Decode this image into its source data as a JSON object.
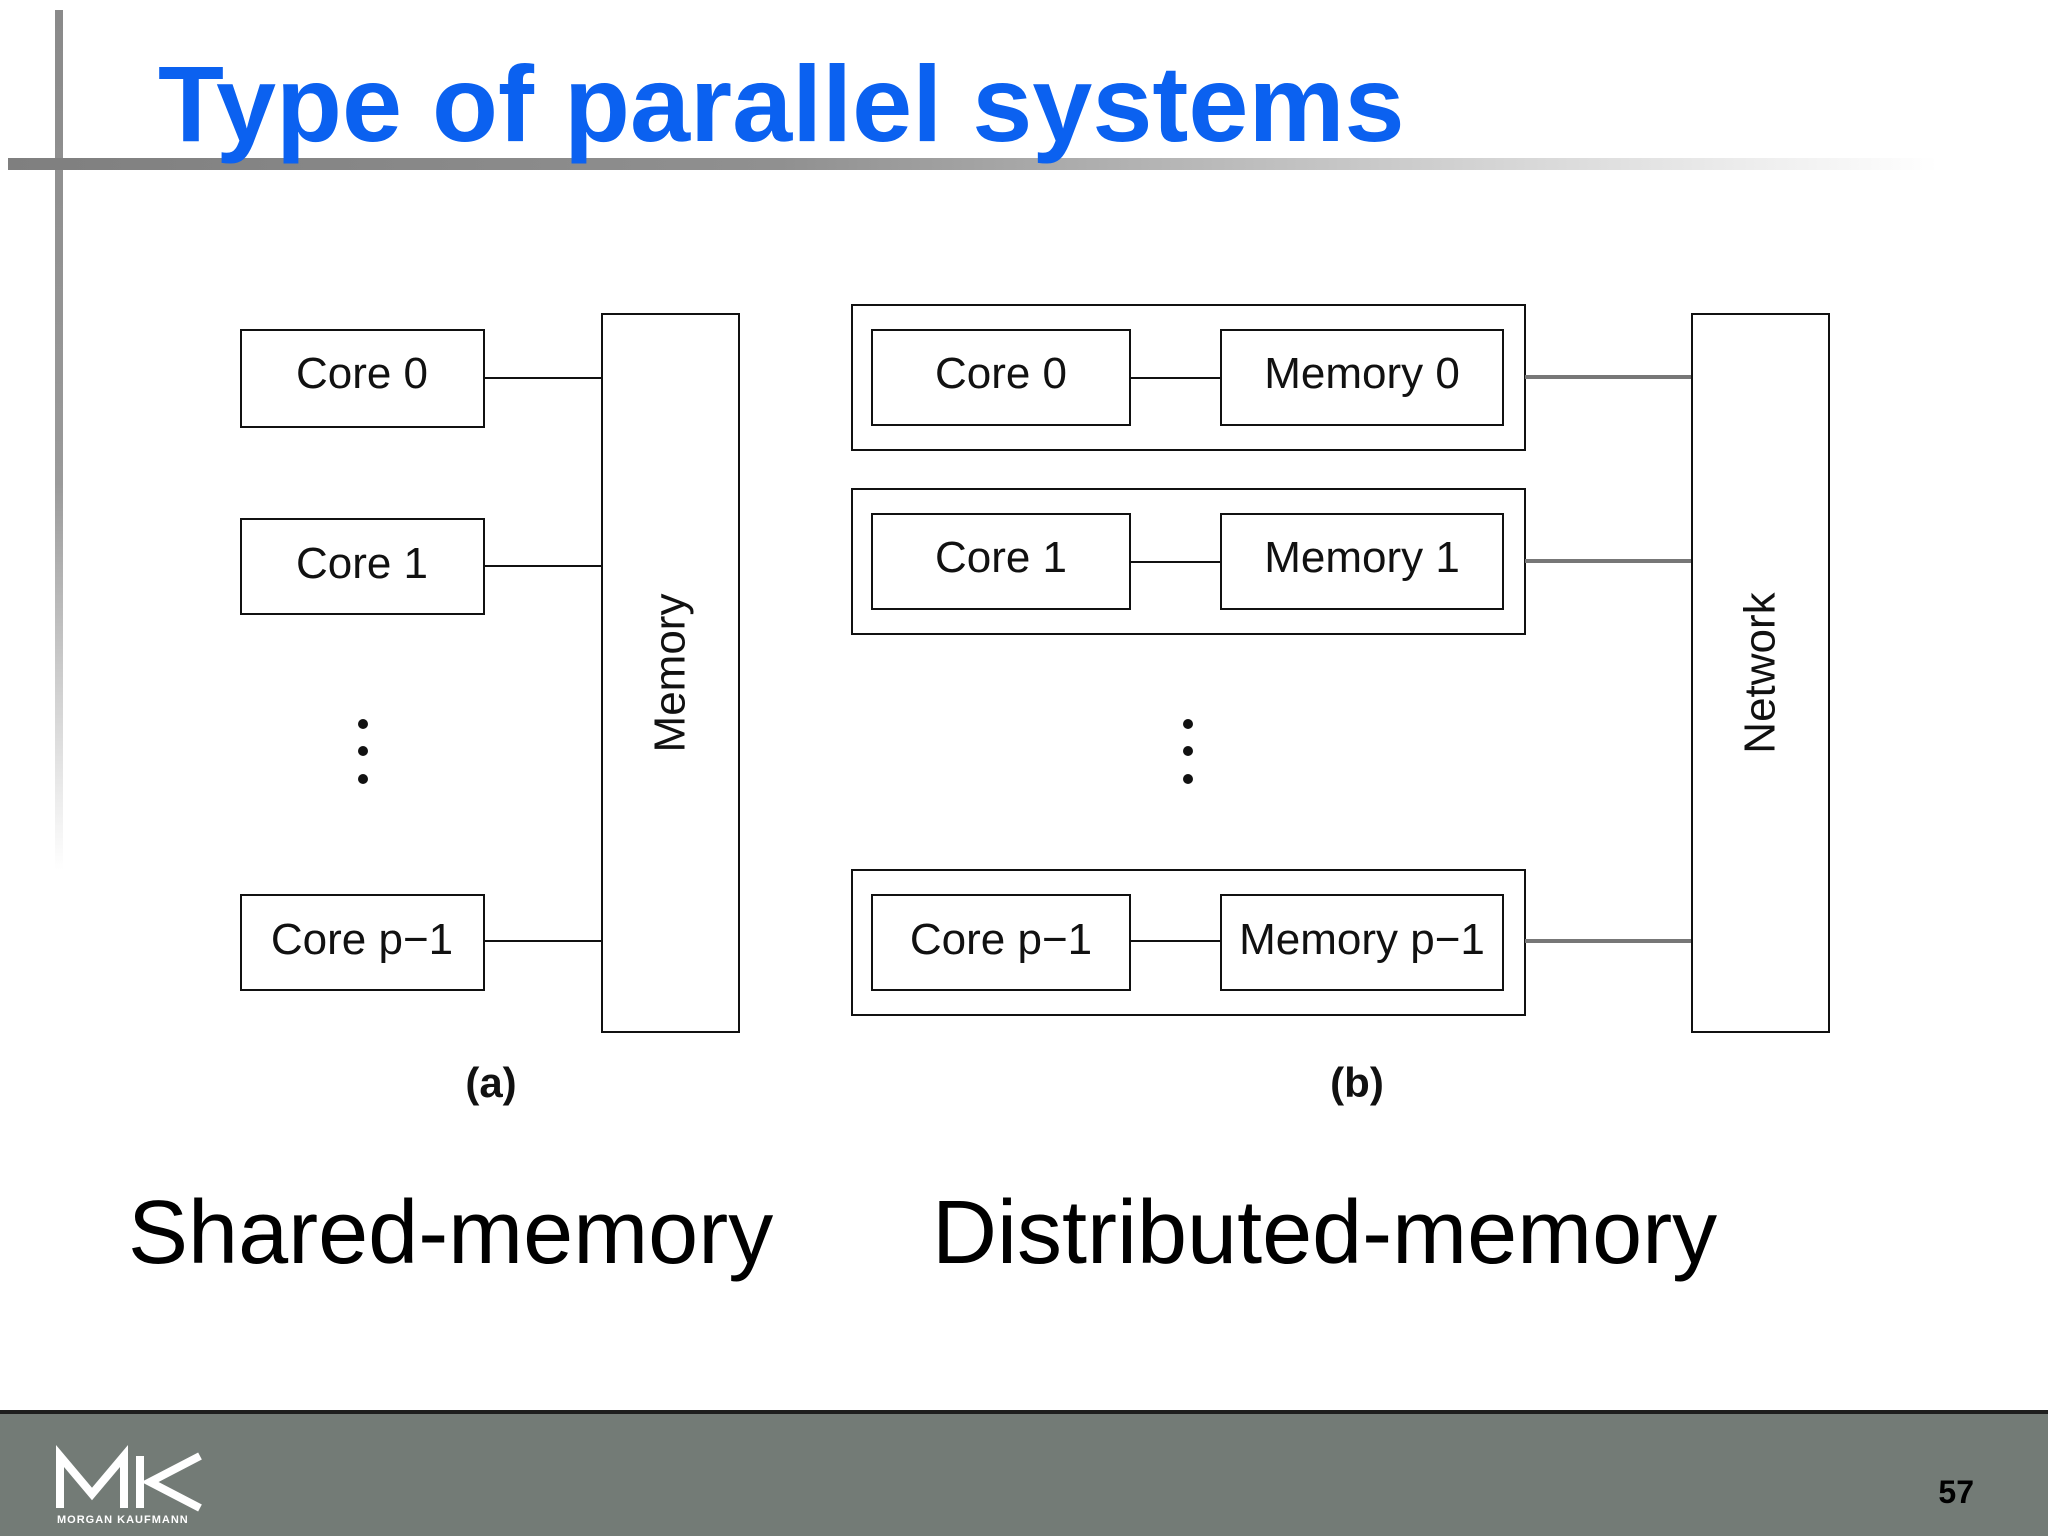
{
  "slide": {
    "title": "Type of parallel systems",
    "page_number": "57"
  },
  "shared_memory": {
    "cores": [
      "Core 0",
      "Core 1",
      "Core p−1"
    ],
    "memory": "Memory",
    "caption": "(a)",
    "label": "Shared-memory"
  },
  "distributed_memory": {
    "nodes": [
      {
        "core": "Core 0",
        "memory": "Memory 0"
      },
      {
        "core": "Core 1",
        "memory": "Memory 1"
      },
      {
        "core": "Core p−1",
        "memory": "Memory p−1"
      }
    ],
    "network": "Network",
    "caption": "(b)",
    "label": "Distributed-memory"
  },
  "footer": {
    "logo_text": "MORGAN KAUFMANN",
    "logo_icon": "mk-logo-icon"
  },
  "colors": {
    "title": "#0b61f0",
    "footer_bg": "#737b76"
  }
}
